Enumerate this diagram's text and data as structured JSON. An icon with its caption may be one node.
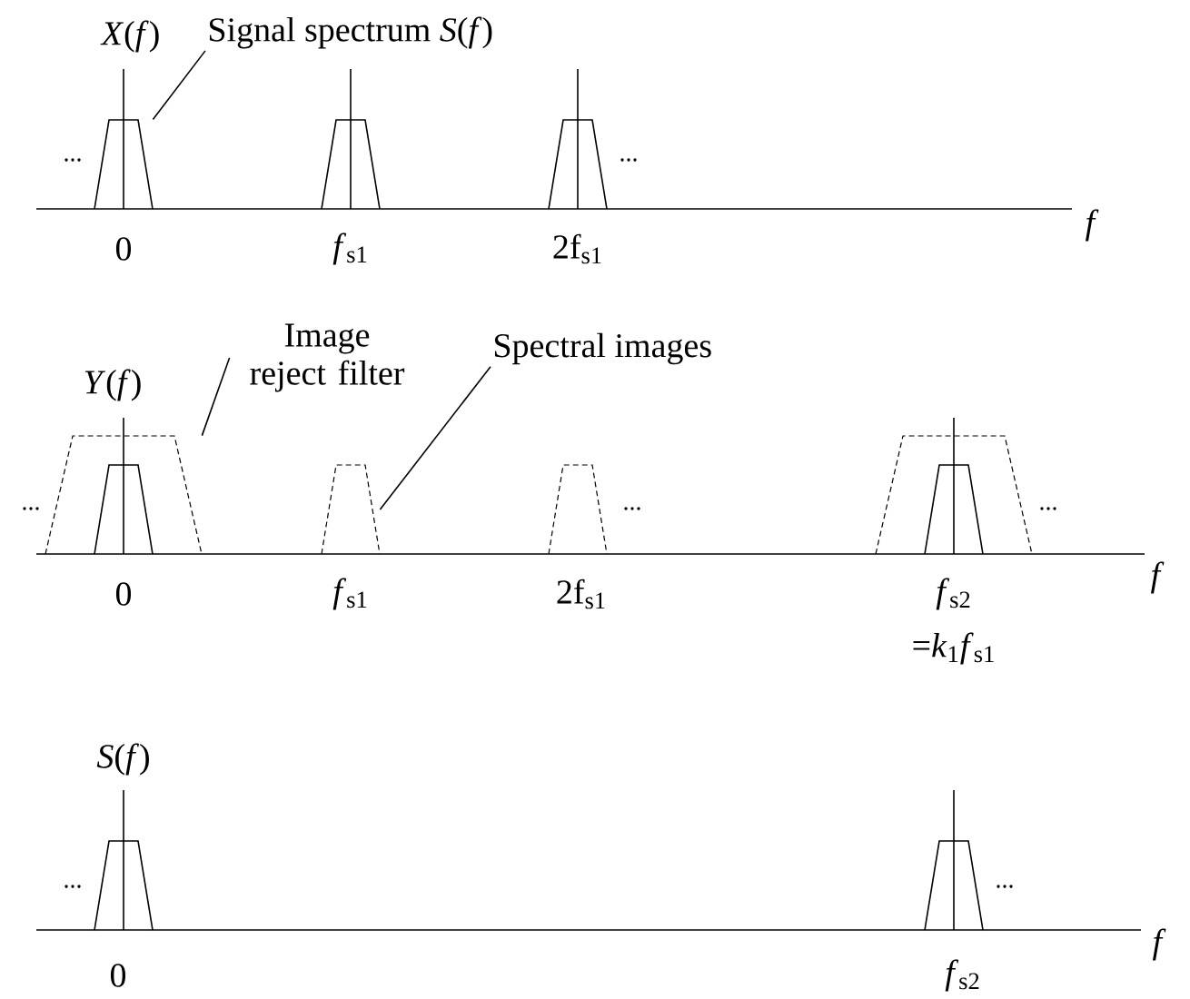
{
  "diagram": {
    "nodes": [
      {
        "text": [
          "Signal spectrum *S*(*f*)"
        ]
      },
      {
        "text": [],
        "shape": "trapezoid"
      },
      {
        "text": [
          "Image reject filter"
        ]
      },
      {
        "text": [],
        "shape": "trapezoid"
      },
      {
        "text": [
          "Spectral images"
        ]
      },
      {
        "text": [],
        "shape": "trapezoid"
      }
    ],
    "edges": [
      {
        "from": 0,
        "to": 1,
        "arrow": "none"
      },
      {
        "from": 2,
        "to": 3,
        "arrow": "none"
      },
      {
        "from": 4,
        "to": 5,
        "arrow": "none"
      }
    ],
    "labels": [
      "*X*(*f*)",
      "...",
      "...",
      "0",
      "*f*$_{s1}$",
      "2f$_{s1}$",
      "*f*",
      "*Y*(*f*)",
      "...",
      "...",
      "...",
      "0",
      "*f*$_{s1}$",
      "2f$_{s1}$",
      "*f*$_{s2}$",
      "=*k*$_{1}$*f*$_{s1}$",
      "*f*",
      "*S*(*f*)",
      "...",
      "...",
      "0",
      "*f*$_{s2}$",
      "*f*"
    ]
  }
}
